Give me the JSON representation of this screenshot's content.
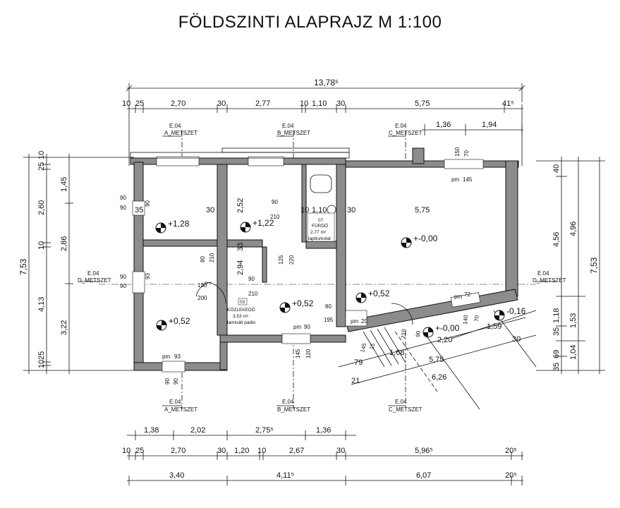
{
  "title": "FÖLDSZINTI ALAPRAJZ  M 1:100",
  "dims_top": {
    "overall": "13,78⁵",
    "row1": [
      "10",
      "25",
      "2,70",
      "30",
      "2,77",
      "10",
      "1,10",
      "30",
      "5,75",
      "41⁵"
    ],
    "row2": [
      "1,36",
      "1,94"
    ]
  },
  "dims_bottom": {
    "row1": [
      "1,38",
      "2,02",
      "2,75⁵",
      "1,36"
    ],
    "row2": [
      "10",
      "25",
      "2,70",
      "30",
      "1,20",
      "10",
      "2,67",
      "30",
      "5,96⁵",
      "20⁵"
    ],
    "row3": [
      "3,40",
      "4,11⁵",
      "6,07",
      "20⁵"
    ]
  },
  "dims_left": {
    "overall": "7,53",
    "col1": [
      "25",
      "10",
      "2,60",
      "10",
      "4,13",
      "10",
      "25"
    ],
    "col2": [
      "1,45",
      "2,86",
      "3,22"
    ]
  },
  "dims_right": {
    "overall": "7,53",
    "col1": [
      "40",
      "4,56",
      "1,18",
      "35",
      "69",
      "35"
    ],
    "col2": [
      "4,96",
      "1,53",
      "1,04"
    ]
  },
  "section_marks": {
    "a_top": {
      "code": "E.04",
      "label": "A_METSZET"
    },
    "b_top": {
      "code": "E.04",
      "label": "B_METSZET"
    },
    "c_top": {
      "code": "E.04",
      "label": "C_METSZET"
    },
    "d_left": {
      "code": "E.04",
      "label": "D_METSZET"
    },
    "d_right": {
      "code": "E.04",
      "label": "D_METSZET"
    },
    "a_bottom": {
      "code": "E.04",
      "label": "A_METSZET"
    },
    "b_bottom": {
      "code": "E.04",
      "label": "B_METSZET"
    },
    "c_bottom": {
      "code": "E.04",
      "label": "C_METSZET"
    }
  },
  "levels": [
    "+1,28",
    "+1,22",
    "+-0,00",
    "+0,52",
    "+0,52",
    "+0,52",
    "+-0,00",
    "-0,16"
  ],
  "rooms": {
    "bath_name": "FÜRDŐ",
    "bath_area": "2,77 m²",
    "bath_floor": "lapburkolat",
    "bath_num": "07",
    "hall_num": "03",
    "hall_name": "KÖZLEKEDŐ",
    "hall_area": "3,53 m²",
    "hall_floor": "laminált padló"
  },
  "interior_dims": {
    "i90a": "90",
    "i90b": "90",
    "i35": "35",
    "i30a": "30",
    "i2_52": "2,52",
    "i90c": "90",
    "i210a": "210",
    "i10b": "10",
    "i1_10": "1,10",
    "i30b": "30",
    "i5_75": "5,75",
    "i90d": "90",
    "i210b": "210",
    "i80a": "80",
    "i210c": "210",
    "i33": "33",
    "i2_94": "2,94",
    "i125": "125",
    "i220": "220",
    "i90e": "90",
    "i90f": "90",
    "i93a": "93",
    "i130": "130",
    "i90g": "90",
    "i210d": "210",
    "i200": "200",
    "i80b": "80",
    "i195": "195",
    "i90h": "90",
    "i145a": "145",
    "i120": "120",
    "pm93b": "93",
    "i90i": "90",
    "i90j": "90",
    "i20": "20",
    "i145b": "145",
    "i15": "15",
    "i1_68": "1,68",
    "i79": "79",
    "i21": "21",
    "i210e": "210",
    "i90k": "90",
    "i2_20": "2,20",
    "i5_75b": "5,75",
    "i6_26": "6,26",
    "i72": "72",
    "i140": "140",
    "i70a": "70",
    "i1_59": "1,59",
    "i30c": "30",
    "i150": "150",
    "i70b": "70",
    "i145c": "145",
    "pm": "pm"
  }
}
